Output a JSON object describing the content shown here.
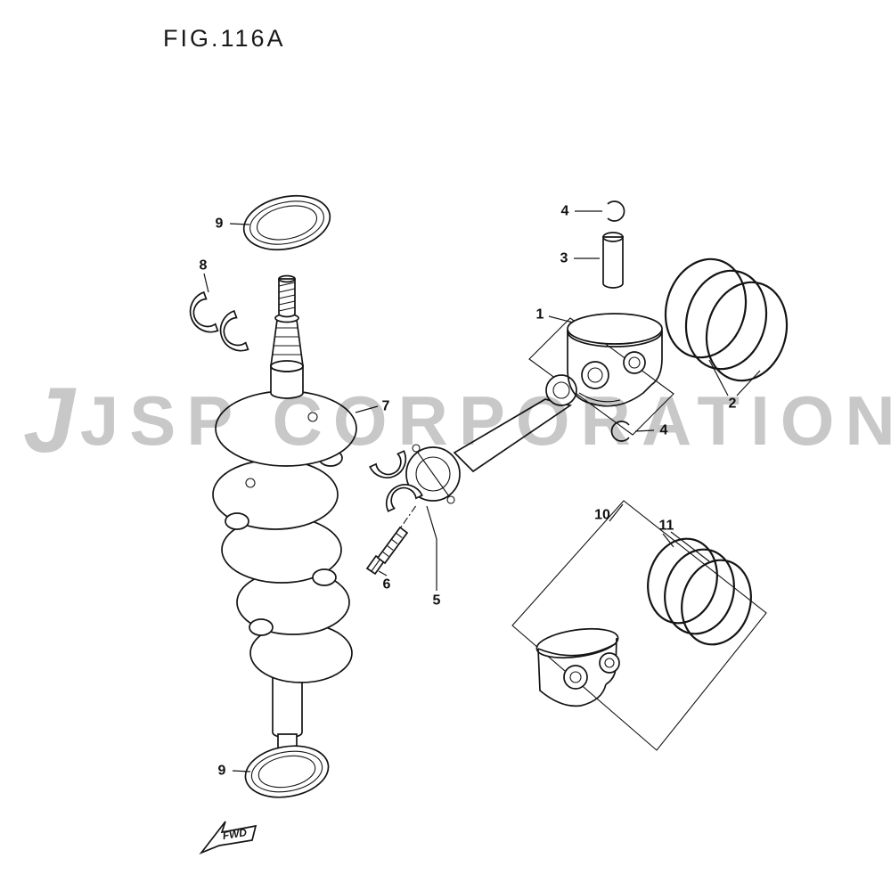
{
  "figure_title": "FIG.116A",
  "watermark": {
    "logo": "J",
    "text": "JSP CORPORATION"
  },
  "fwd_label": "FWD",
  "callouts": {
    "seal_top": "9",
    "bearing_set": "8",
    "crankshaft": "7",
    "circlip_upper": "4",
    "piston_pin": "3",
    "piston": "1",
    "ring_set": "2",
    "circlip_lower": "4",
    "connecting_rod": "5",
    "bolt": "6",
    "piston_assembly": "10",
    "assembly_ring_set": "11",
    "seal_bottom": "9"
  }
}
